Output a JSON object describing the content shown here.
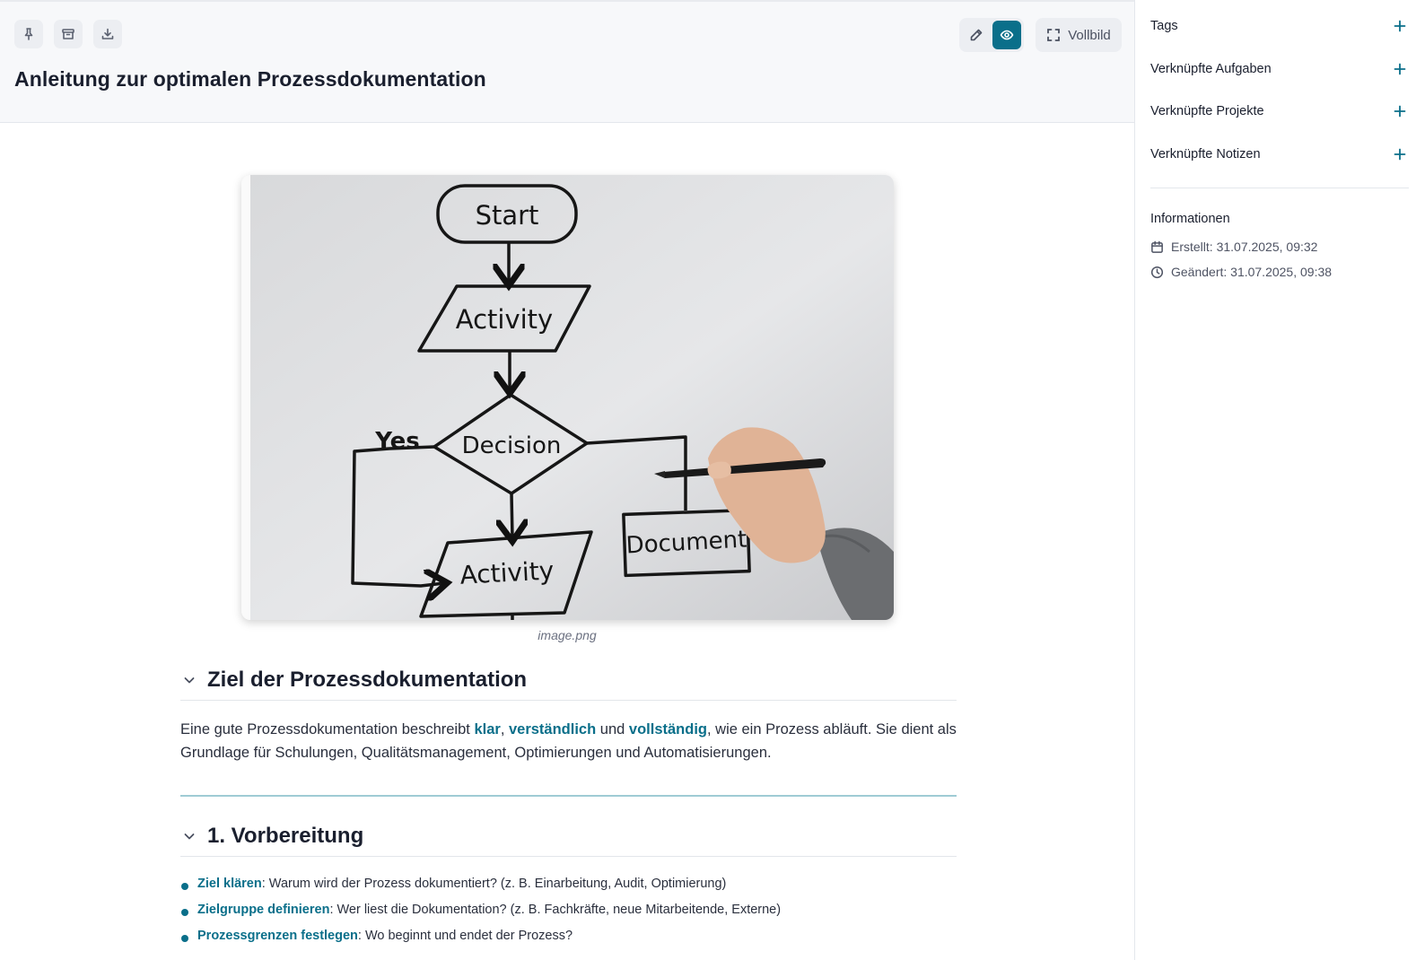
{
  "header": {
    "title": "Anleitung zur optimalen Prozessdokumentation",
    "fullscreen_label": "Vollbild",
    "icons": [
      "pin-icon",
      "archive-icon",
      "download-icon",
      "pencil-icon",
      "eye-icon",
      "fullscreen-icon"
    ]
  },
  "image": {
    "caption": "image.png",
    "flowchart": {
      "start": "Start",
      "activity1": "Activity",
      "decision": "Decision",
      "yes": "Yes",
      "activity2": "Activity",
      "document": "Document"
    }
  },
  "sections": [
    {
      "title": "Ziel der Prozessdokumentation",
      "paragraph": {
        "t1": "Eine gute Prozessdokumentation beschreibt ",
        "h1": "klar",
        "t2": ", ",
        "h2": "verständlich",
        "t3": " und ",
        "h3": "vollständig",
        "t4": ", wie ein Prozess abläuft. Sie dient als Grundlage für Schulungen, Qualitätsmanagement, Optimierungen und Automatisierungen."
      }
    },
    {
      "title": "1. Vorbereitung",
      "items": [
        {
          "key": "Ziel klären",
          "text": ": Warum wird der Prozess dokumentiert? (z. B. Einarbeitung, Audit, Optimierung)"
        },
        {
          "key": "Zielgruppe definieren",
          "text": ": Wer liest die Dokumentation? (z. B. Fachkräfte, neue Mitarbeitende, Externe)"
        },
        {
          "key": "Prozessgrenzen festlegen",
          "text": ": Wo beginnt und endet der Prozess?"
        }
      ]
    }
  ],
  "sidebar": {
    "rows": [
      {
        "label": "Tags"
      },
      {
        "label": "Verknüpfte Aufgaben"
      },
      {
        "label": "Verknüpfte Projekte"
      },
      {
        "label": "Verknüpfte Notizen"
      }
    ],
    "info_title": "Informationen",
    "created": "Erstellt: 31.07.2025, 09:32",
    "modified": "Geändert: 31.07.2025, 09:38"
  },
  "colors": {
    "accent": "#0a6f8a",
    "header_bg": "#f7f8fa"
  }
}
